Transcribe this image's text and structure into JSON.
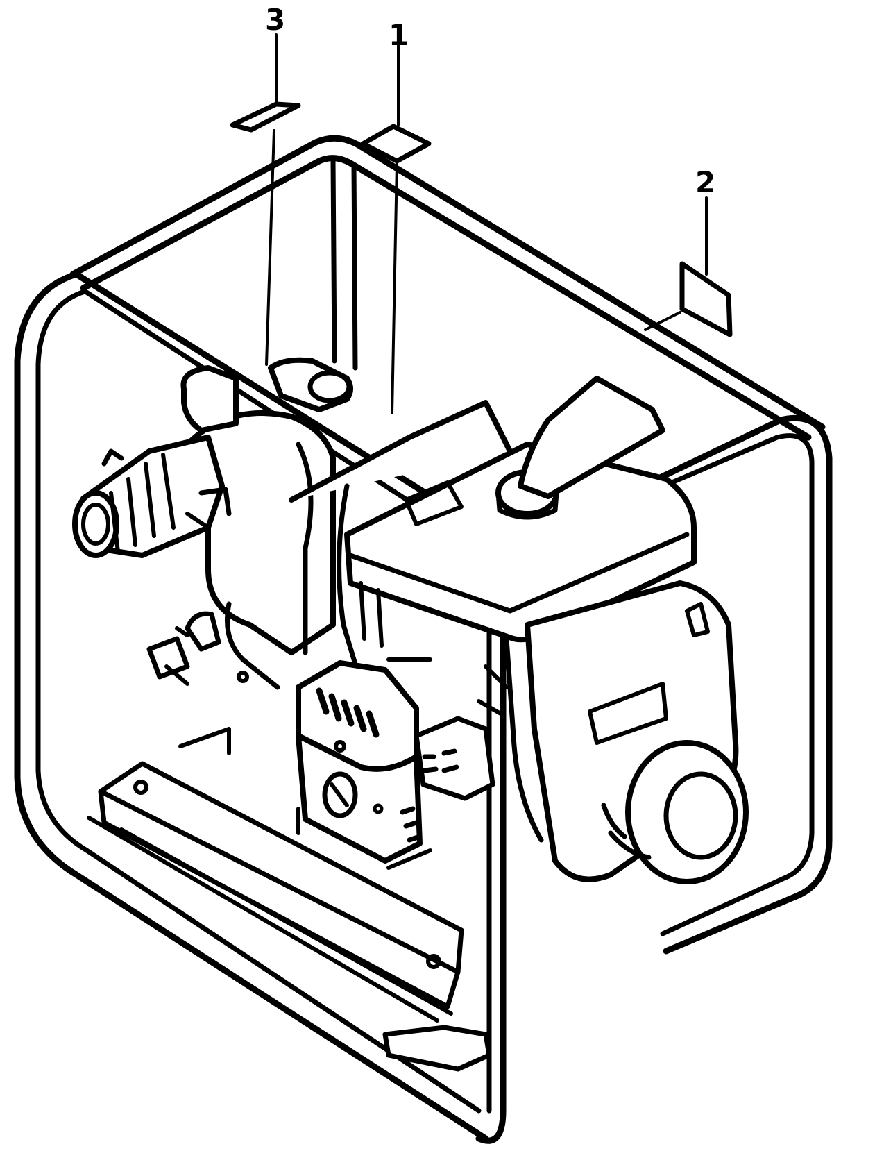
{
  "callouts": [
    {
      "number": "3",
      "part": "decal"
    },
    {
      "number": "1",
      "part": "decal"
    },
    {
      "number": "2",
      "part": "decal"
    }
  ],
  "colors": {
    "ink": "#000000",
    "paper": "#ffffff"
  }
}
